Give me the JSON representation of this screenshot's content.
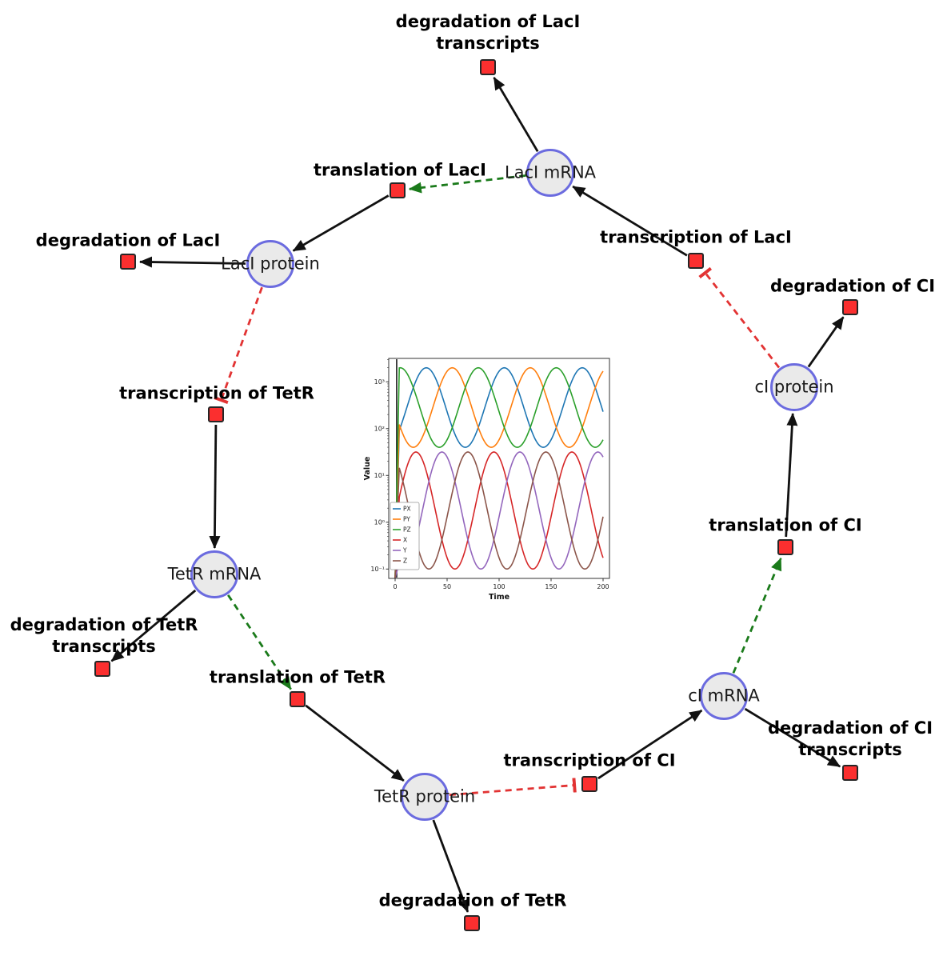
{
  "diagram": {
    "species": [
      {
        "id": "laci-mrna",
        "label": "LacI mRNA"
      },
      {
        "id": "laci-protein",
        "label": "LacI protein"
      },
      {
        "id": "tetr-mrna",
        "label": "TetR mRNA"
      },
      {
        "id": "tetr-protein",
        "label": "TetR protein"
      },
      {
        "id": "ci-mrna",
        "label": "cI mRNA"
      },
      {
        "id": "ci-protein",
        "label": "cI protein"
      }
    ],
    "reactions": [
      {
        "id": "deg-laci-transcripts",
        "label": "degradation of LacI transcripts",
        "lines": [
          "degradation of LacI",
          "transcripts"
        ]
      },
      {
        "id": "translation-laci",
        "label": "translation of LacI",
        "lines": [
          "translation of LacI"
        ]
      },
      {
        "id": "transcription-laci",
        "label": "transcription of LacI",
        "lines": [
          "transcription of LacI"
        ]
      },
      {
        "id": "deg-laci",
        "label": "degradation of LacI",
        "lines": [
          "degradation of LacI"
        ]
      },
      {
        "id": "deg-ci",
        "label": "degradation of CI",
        "lines": [
          "degradation of CI"
        ]
      },
      {
        "id": "transcription-tetr",
        "label": "transcription of TetR",
        "lines": [
          "transcription of TetR"
        ]
      },
      {
        "id": "translation-ci",
        "label": "translation of CI",
        "lines": [
          "translation of CI"
        ]
      },
      {
        "id": "deg-tetr-transcripts",
        "label": "degradation of TetR transcripts",
        "lines": [
          "degradation of TetR",
          "transcripts"
        ]
      },
      {
        "id": "translation-tetr",
        "label": "translation of TetR",
        "lines": [
          "translation of TetR"
        ]
      },
      {
        "id": "deg-ci-transcripts",
        "label": "degradation of CI transcripts",
        "lines": [
          "degradation of CI",
          "transcripts"
        ]
      },
      {
        "id": "transcription-ci",
        "label": "transcription of CI",
        "lines": [
          "transcription of CI"
        ]
      },
      {
        "id": "deg-tetr",
        "label": "degradation of TetR",
        "lines": [
          "degradation of TetR"
        ]
      }
    ],
    "edges": [
      {
        "from": "laci-mrna",
        "to": "deg-laci-transcripts",
        "type": "consumption"
      },
      {
        "from": "transcription-laci",
        "to": "laci-mrna",
        "type": "production"
      },
      {
        "from": "laci-mrna",
        "to": "translation-laci",
        "type": "modifier"
      },
      {
        "from": "translation-laci",
        "to": "laci-protein",
        "type": "production"
      },
      {
        "from": "laci-protein",
        "to": "deg-laci",
        "type": "consumption"
      },
      {
        "from": "laci-protein",
        "to": "transcription-tetr",
        "type": "inhibition"
      },
      {
        "from": "transcription-tetr",
        "to": "tetr-mrna",
        "type": "production"
      },
      {
        "from": "tetr-mrna",
        "to": "deg-tetr-transcripts",
        "type": "consumption"
      },
      {
        "from": "tetr-mrna",
        "to": "translation-tetr",
        "type": "modifier"
      },
      {
        "from": "translation-tetr",
        "to": "tetr-protein",
        "type": "production"
      },
      {
        "from": "tetr-protein",
        "to": "deg-tetr",
        "type": "consumption"
      },
      {
        "from": "tetr-protein",
        "to": "transcription-ci",
        "type": "inhibition"
      },
      {
        "from": "transcription-ci",
        "to": "ci-mrna",
        "type": "production"
      },
      {
        "from": "ci-mrna",
        "to": "deg-ci-transcripts",
        "type": "consumption"
      },
      {
        "from": "ci-mrna",
        "to": "translation-ci",
        "type": "modifier"
      },
      {
        "from": "translation-ci",
        "to": "ci-protein",
        "type": "production"
      },
      {
        "from": "ci-protein",
        "to": "deg-ci",
        "type": "consumption"
      },
      {
        "from": "ci-protein",
        "to": "transcription-laci",
        "type": "inhibition"
      }
    ],
    "legend_styles": {
      "production_color": "#111111",
      "modifier_color": "#1a7a1a",
      "inhibition_color": "#e23333",
      "species_fill": "#eaeaea",
      "species_stroke": "#6b6bdf",
      "reaction_fill": "#fb2f2f",
      "reaction_stroke": "#262626"
    }
  },
  "chart_data": {
    "type": "line",
    "title": "",
    "xlabel": "Time",
    "ylabel": "Value",
    "x_range": [
      0,
      200
    ],
    "x_ticks": [
      0,
      50,
      100,
      150,
      200
    ],
    "y_scale": "log10",
    "y_tick_exponents": [
      -1,
      0,
      1,
      2,
      3
    ],
    "y_range_log10": [
      -1.2,
      3.5
    ],
    "grid": false,
    "legend_position": "center-left",
    "initial_transient_time": 1.5,
    "series": [
      {
        "name": "PX",
        "color": "#1f77b4",
        "log10_center": 2.45,
        "log10_amplitude": 0.85,
        "period": 75,
        "peak_time": 30
      },
      {
        "name": "PY",
        "color": "#ff7f0e",
        "log10_center": 2.45,
        "log10_amplitude": 0.85,
        "period": 75,
        "peak_time": 55
      },
      {
        "name": "PZ",
        "color": "#2ca02c",
        "log10_center": 2.45,
        "log10_amplitude": 0.85,
        "period": 75,
        "peak_time": 80
      },
      {
        "name": "X",
        "color": "#d62728",
        "log10_center": 0.25,
        "log10_amplitude": 1.25,
        "period": 75,
        "peak_time": 20
      },
      {
        "name": "Y",
        "color": "#9467bd",
        "log10_center": 0.25,
        "log10_amplitude": 1.25,
        "period": 75,
        "peak_time": 45
      },
      {
        "name": "Z",
        "color": "#8c564b",
        "log10_center": 0.25,
        "log10_amplitude": 1.25,
        "period": 75,
        "peak_time": 70
      }
    ]
  }
}
